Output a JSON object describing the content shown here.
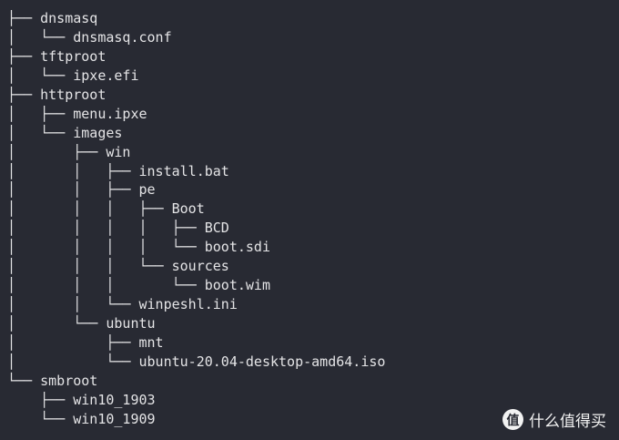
{
  "tree_lines": [
    "├── dnsmasq",
    "│   └── dnsmasq.conf",
    "├── tftproot",
    "│   └── ipxe.efi",
    "├── httproot",
    "│   ├── menu.ipxe",
    "│   └── images",
    "│       ├── win",
    "│       │   ├── install.bat",
    "│       │   ├── pe",
    "│       │   │   ├── Boot",
    "│       │   │   │   ├── BCD",
    "│       │   │   │   └── boot.sdi",
    "│       │   │   └── sources",
    "│       │   │       └── boot.wim",
    "│       │   └── winpeshl.ini",
    "│       └── ubuntu",
    "│           ├── mnt",
    "│           └── ubuntu-20.04-desktop-amd64.iso",
    "└── smbroot",
    "    ├── win10_1903",
    "    └── win10_1909"
  ],
  "watermark": {
    "logo_char": "值",
    "text": "什么值得买"
  },
  "colors": {
    "background": "#282a33",
    "text": "#e4e4e6"
  }
}
